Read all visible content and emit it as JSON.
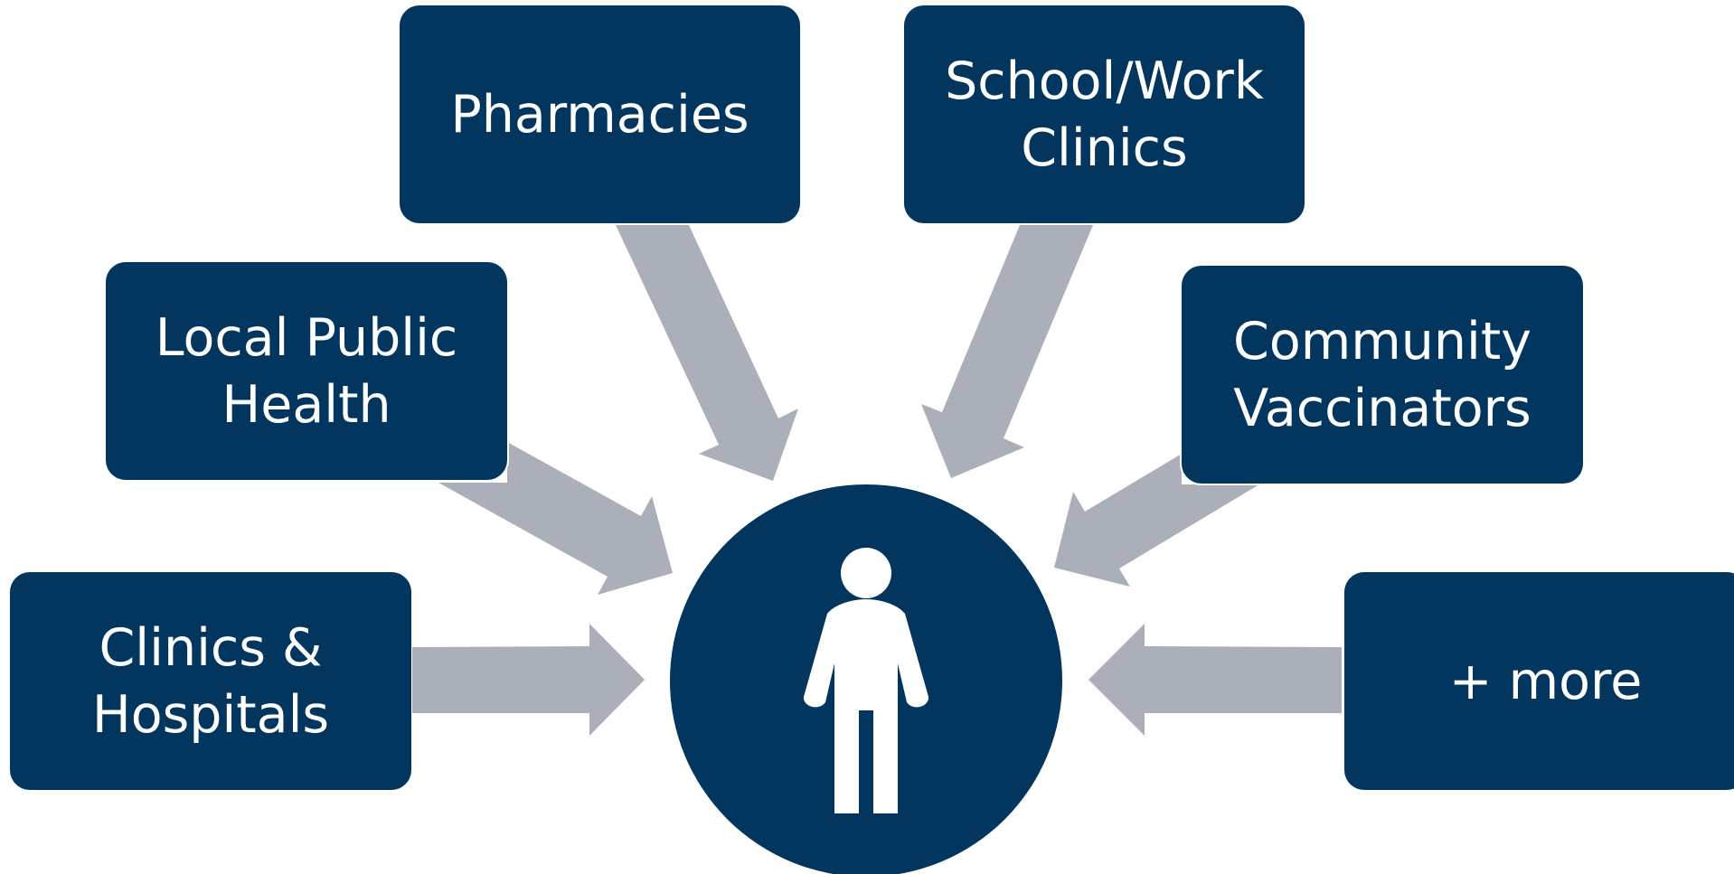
{
  "colors": {
    "box_fill": "#02365f",
    "arrow_fill": "#abafb9",
    "text": "#ffffff",
    "background": "#ffffff"
  },
  "center": {
    "icon": "person-icon"
  },
  "sources": {
    "pharmacies": {
      "line1": "Pharmacies",
      "line2": ""
    },
    "school_work_clinics": {
      "line1": "School/Work",
      "line2": "Clinics"
    },
    "local_public_health": {
      "line1": "Local Public",
      "line2": "Health"
    },
    "community_vaccinators": {
      "line1": "Community",
      "line2": "Vaccinators"
    },
    "clinics_hospitals": {
      "line1": "Clinics &",
      "line2": "Hospitals"
    },
    "more": {
      "line1": "+ more",
      "line2": ""
    }
  }
}
